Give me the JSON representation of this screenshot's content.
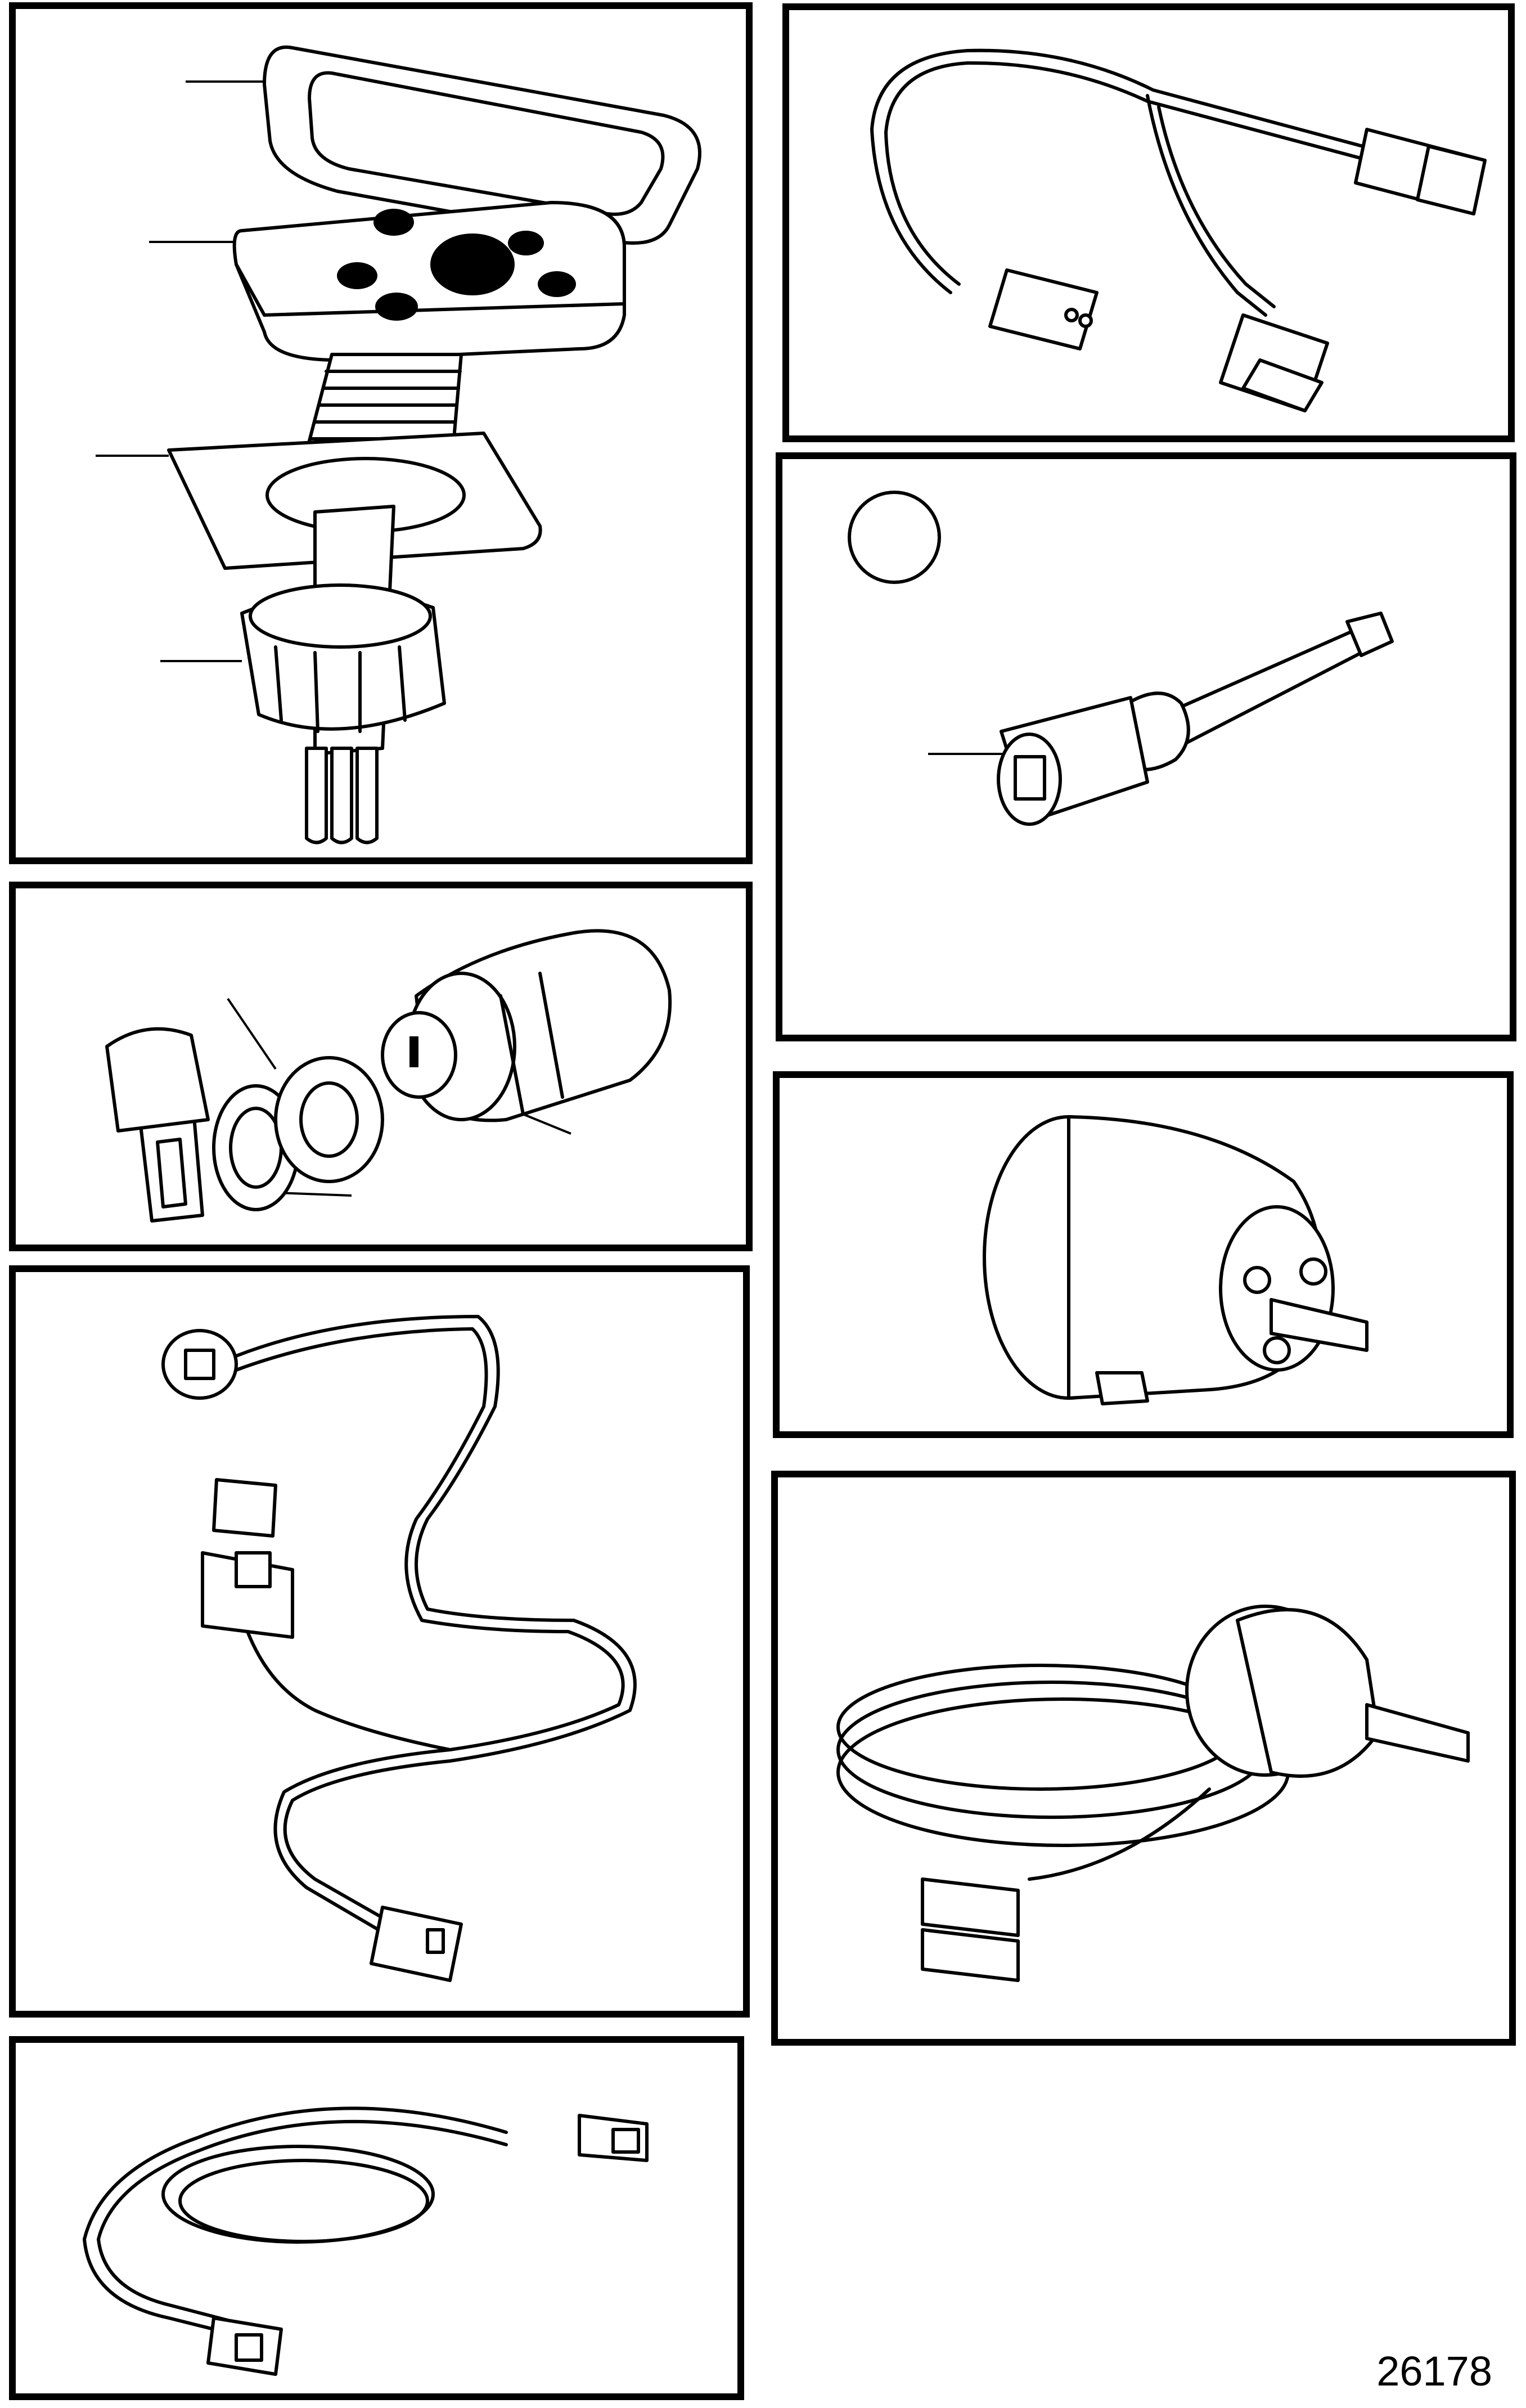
{
  "figure": {
    "number": "26178"
  },
  "panels": [
    {
      "id": "control-panel-assembly"
    },
    {
      "id": "y-wiring-harness"
    },
    {
      "id": "socket-tool"
    },
    {
      "id": "ignition-switch"
    },
    {
      "id": "gauge-sender"
    },
    {
      "id": "relay-harness"
    },
    {
      "id": "potentiometer-sensor"
    },
    {
      "id": "extension-harness"
    }
  ]
}
